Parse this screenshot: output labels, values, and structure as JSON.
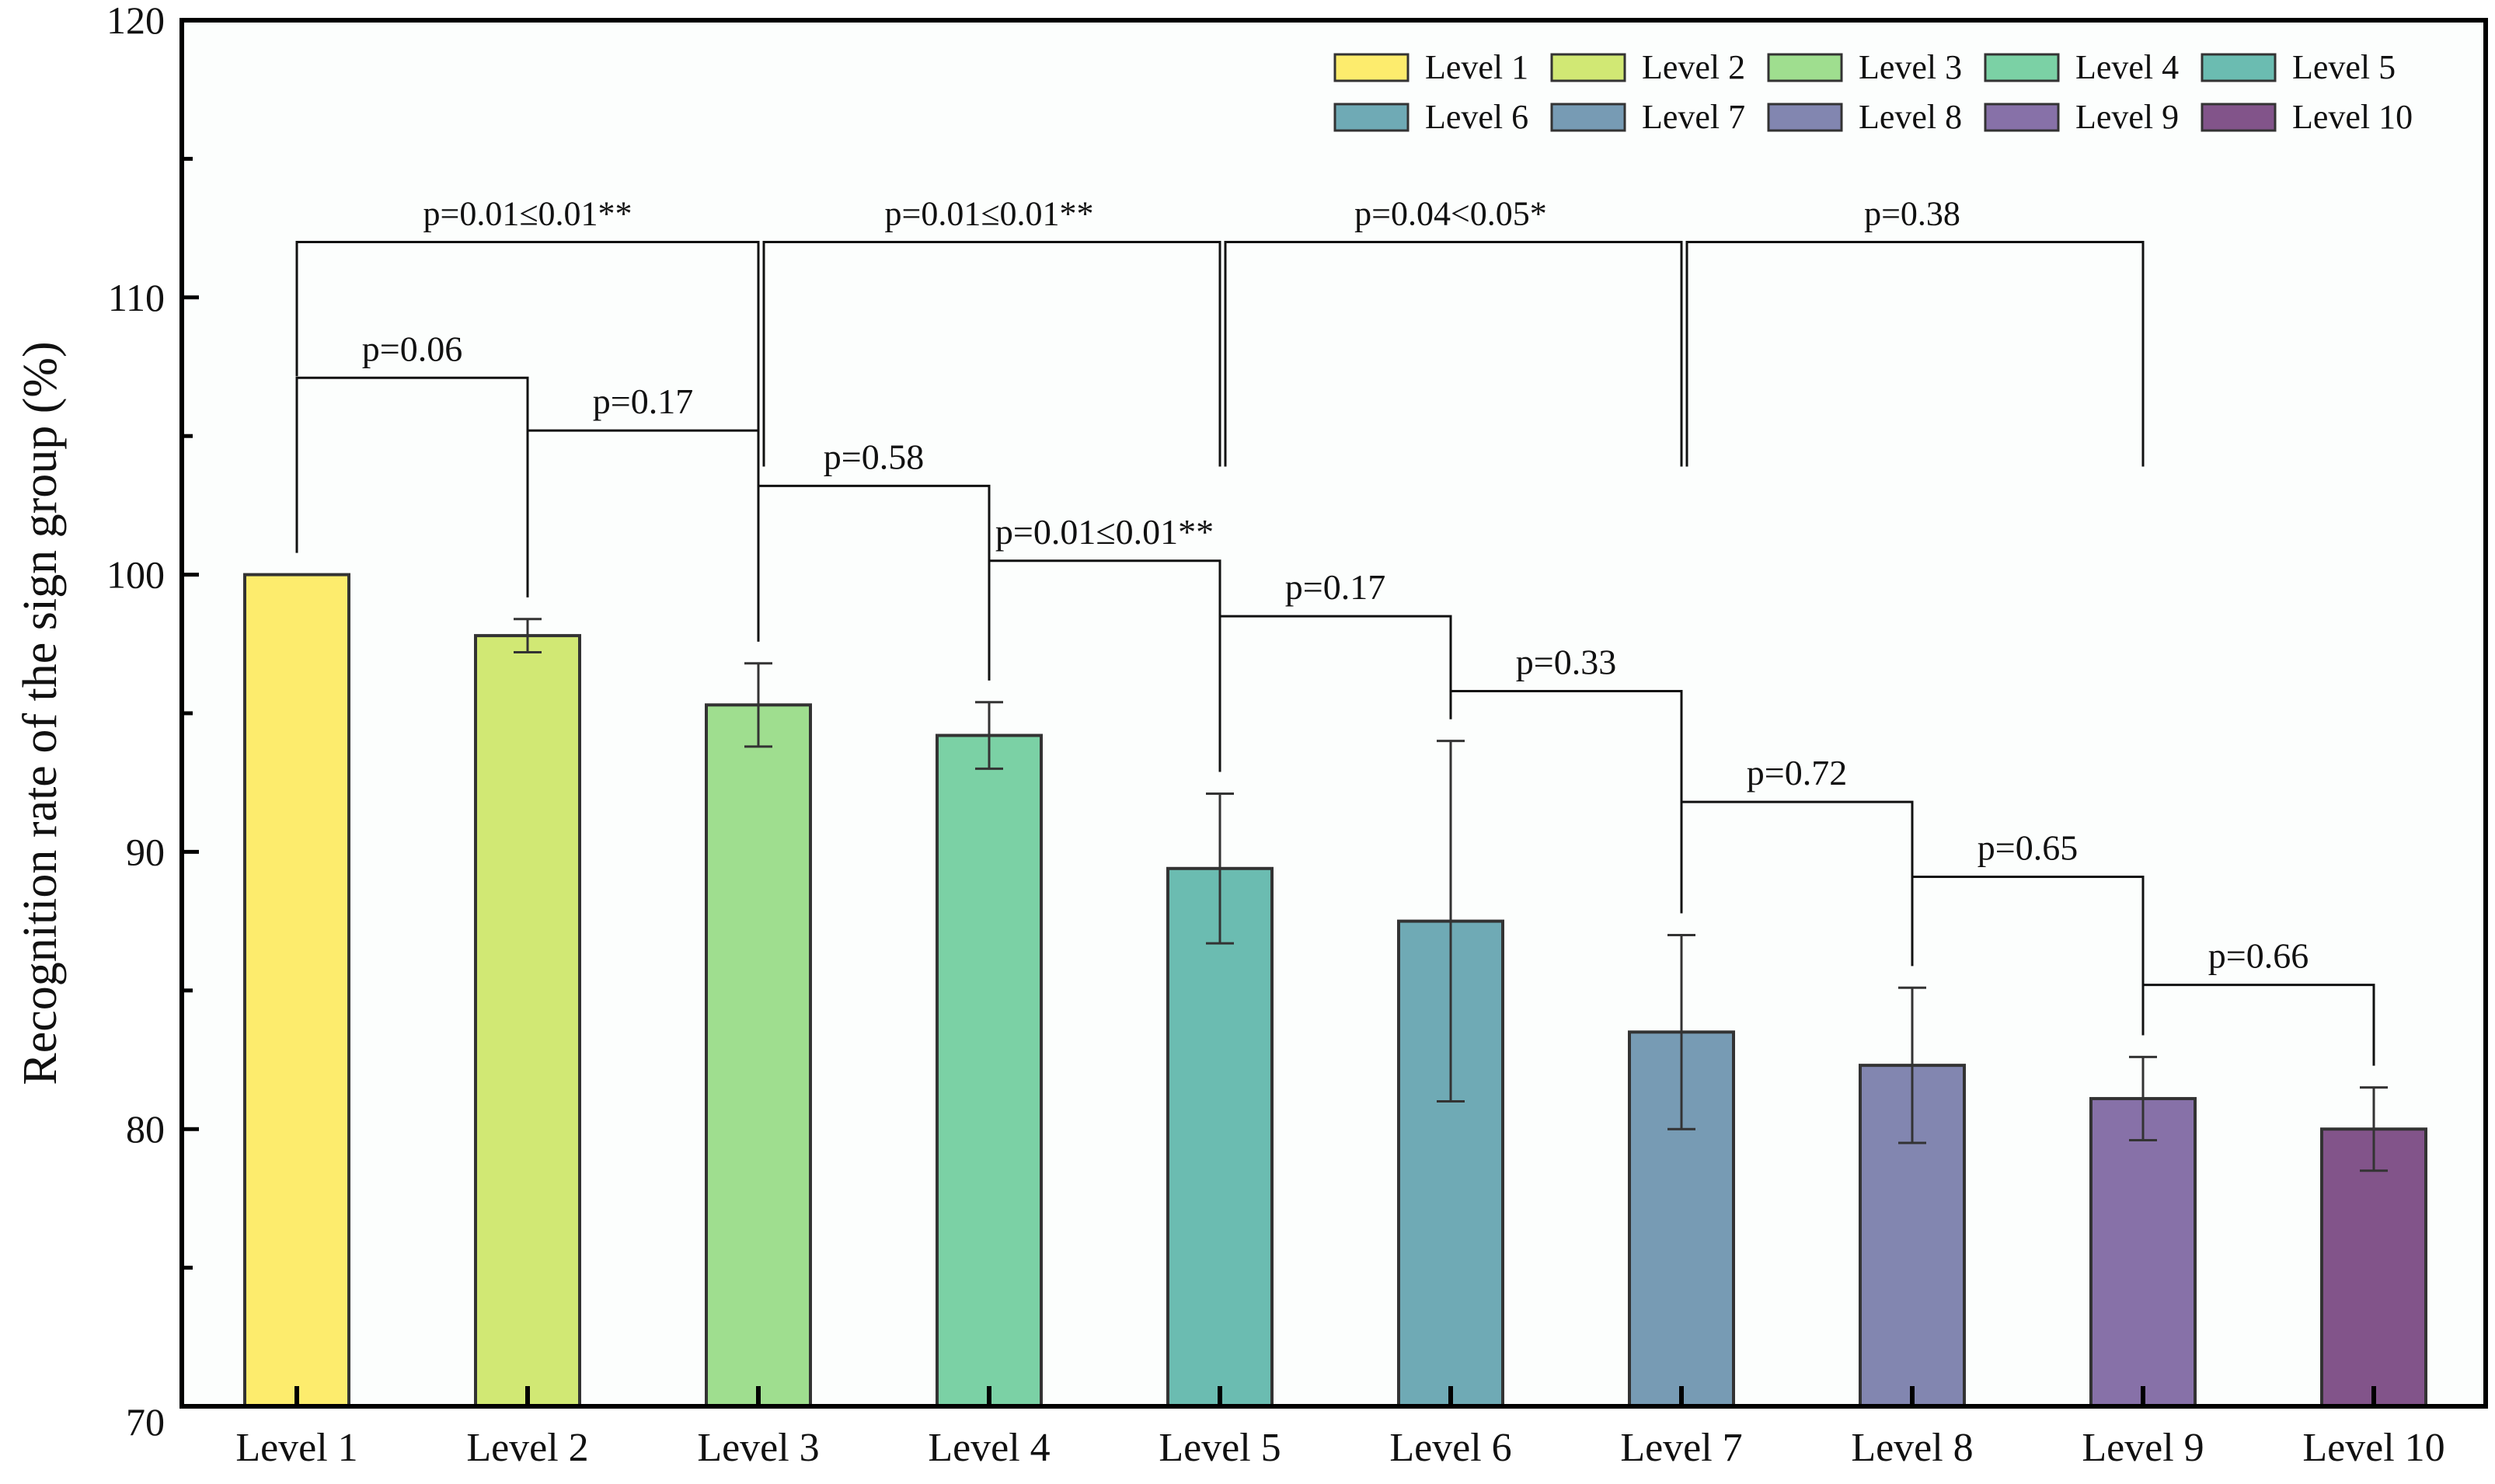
{
  "chart_data": {
    "type": "bar",
    "title": "",
    "xlabel": "",
    "ylabel": "Recognition rate of the sign group (%)",
    "ylim": [
      70,
      120
    ],
    "yticks": [
      70,
      80,
      90,
      100,
      110,
      120
    ],
    "grid": false,
    "legend_position": "top-right",
    "categories": [
      "Level 1",
      "Level 2",
      "Level 3",
      "Level 4",
      "Level 5",
      "Level 6",
      "Level 7",
      "Level 8",
      "Level 9",
      "Level 10"
    ],
    "values": [
      100.0,
      97.8,
      95.3,
      94.2,
      89.4,
      87.5,
      83.5,
      82.3,
      81.1,
      80.0
    ],
    "errors": [
      0.0,
      0.6,
      1.5,
      1.2,
      2.7,
      6.5,
      3.5,
      2.8,
      1.5,
      1.5
    ],
    "colors": [
      "#fdec6d",
      "#d1e874",
      "#9fde8f",
      "#7bd1a5",
      "#6bbcb1",
      "#6faab5",
      "#779bb4",
      "#8286b0",
      "#8771a8",
      "#82548a"
    ],
    "legend": [
      "Level 1",
      "Level 2",
      "Level 3",
      "Level 4",
      "Level 5",
      "Level 6",
      "Level 7",
      "Level 8",
      "Level 9",
      "Level 10"
    ],
    "comparisons": [
      {
        "from": 0,
        "to": 1,
        "y": 107.1,
        "label": "p=0.06"
      },
      {
        "from": 1,
        "to": 2,
        "y": 105.2,
        "label": "p=0.17"
      },
      {
        "from": 2,
        "to": 3,
        "y": 103.2,
        "label": "p=0.58"
      },
      {
        "from": 3,
        "to": 4,
        "y": 100.5,
        "label": "p=0.01≤0.01**"
      },
      {
        "from": 4,
        "to": 5,
        "y": 98.5,
        "label": "p=0.17"
      },
      {
        "from": 5,
        "to": 6,
        "y": 95.8,
        "label": "p=0.33"
      },
      {
        "from": 6,
        "to": 7,
        "y": 91.8,
        "label": "p=0.72"
      },
      {
        "from": 7,
        "to": 8,
        "y": 89.1,
        "label": "p=0.65"
      },
      {
        "from": 8,
        "to": 9,
        "y": 85.2,
        "label": "p=0.66"
      },
      {
        "from": 0,
        "to": 2,
        "y": 112.0,
        "label": "p=0.01≤0.01**"
      },
      {
        "from": 2,
        "to": 4,
        "y": 112.0,
        "label": "p=0.01≤0.01**"
      },
      {
        "from": 4,
        "to": 6,
        "y": 112.0,
        "label": "p=0.04<0.05*"
      },
      {
        "from": 6,
        "to": 8,
        "y": 112.0,
        "label": "p=0.38"
      }
    ]
  }
}
